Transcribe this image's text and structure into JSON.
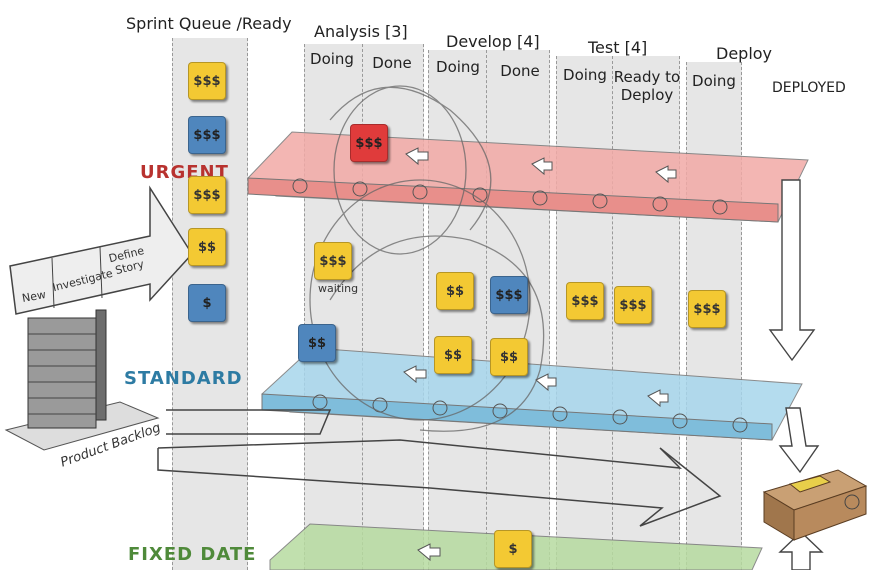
{
  "columns": {
    "sprint_queue": "Sprint Queue /Ready",
    "analysis": "Analysis [3]",
    "develop": "Develop [4]",
    "test": "Test [4]",
    "deploy": "Deploy",
    "deployed": "DEPLOYED"
  },
  "subcolumns": {
    "analysis_doing": "Doing",
    "analysis_done": "Done",
    "develop_doing": "Doing",
    "develop_done": "Done",
    "test_doing": "Doing",
    "test_ready": "Ready to Deploy",
    "deploy_doing": "Doing"
  },
  "lanes": {
    "urgent": "URGENT",
    "standard": "STANDARD",
    "fixed_date": "FIXED DATE"
  },
  "lane_colors": {
    "urgent": "#b8322f",
    "standard": "#2d7ba3",
    "fixed_date": "#4f8a3a"
  },
  "backlog": {
    "steps": [
      "New",
      "Investigate",
      "Define Story"
    ],
    "label": "Product Backlog"
  },
  "cards": {
    "q1": "$$$",
    "q2": "$$$",
    "q3": "$$$",
    "q4": "$$",
    "q5": "$",
    "urgent_analysis": "$$$",
    "waiting_card": "$$$",
    "waiting_label": "waiting",
    "standard_analysis": "$$",
    "dev1": "$$",
    "dev2": "$$$",
    "dev3": "$$",
    "dev4": "$$",
    "test1": "$$$",
    "test2": "$$$",
    "deploy1": "$$$",
    "fixed1": "$"
  }
}
